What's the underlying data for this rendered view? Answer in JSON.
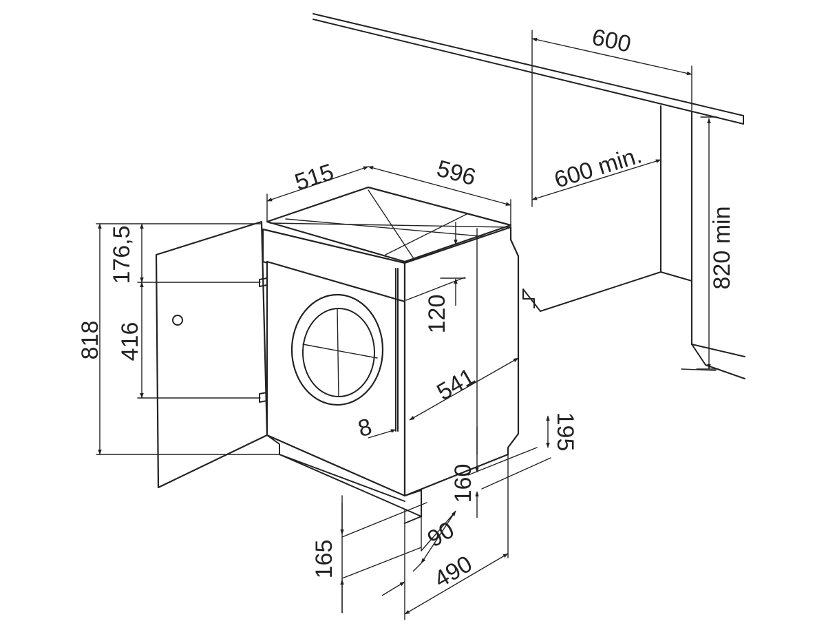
{
  "labels": {
    "d600": "600",
    "d600min": "600 min.",
    "d820min": "820 min",
    "d515": "515",
    "d596": "596",
    "d1765": "176,5",
    "d818": "818",
    "d416": "416",
    "d120": "120",
    "d541": "541",
    "d8": "8",
    "d195": "195",
    "d160": "160",
    "d165": "165",
    "d90": "90",
    "d490": "490"
  }
}
